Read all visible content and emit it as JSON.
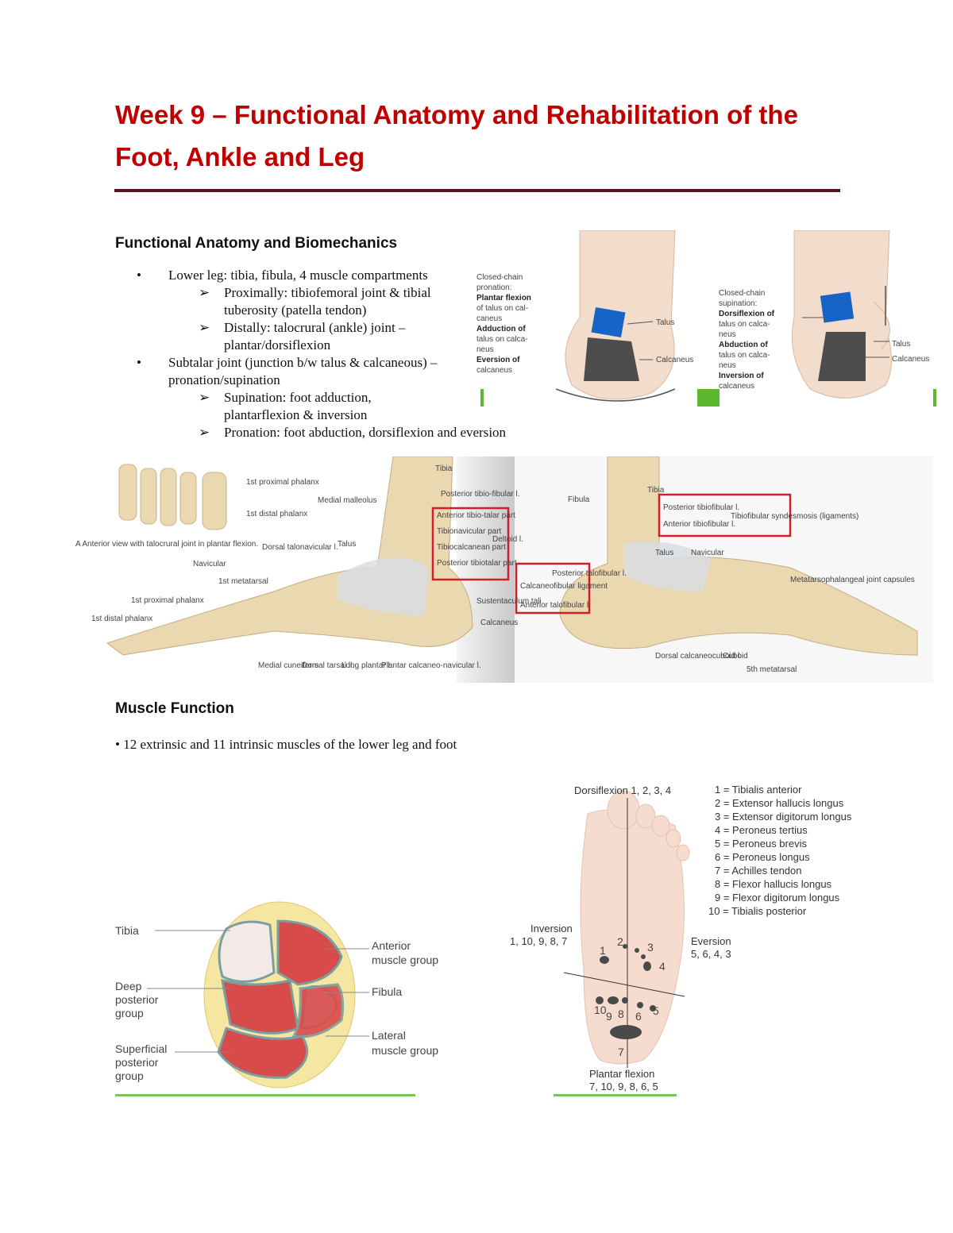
{
  "title_line1": "Week 9 – Functional Anatomy and Rehabilitation of the",
  "title_line2": "Foot, Ankle and Leg",
  "section1": {
    "heading": "Functional Anatomy and Biomechanics",
    "bullets": [
      {
        "text": "Lower leg: tibia, fibula, 4 muscle compartments",
        "subs": [
          "Proximally: tibiofemoral joint & tibial",
          "tuberosity (patella tendon)",
          "Distally: talocrural (ankle) joint –",
          "plantar/dorsiflexion"
        ]
      },
      {
        "text": "Subtalar joint (junction b/w talus & calcaneous) –",
        "cont": "pronation/supination",
        "subs": [
          "Supination: foot adduction,",
          "plantarflexion & inversion",
          "Pronation: foot abduction, dorsiflexion and eversion"
        ]
      }
    ]
  },
  "pronation_fig": {
    "left": {
      "l1": "Closed-chain",
      "l2": "pronation:",
      "l3": "Plantar flexion",
      "l4": "of talus on cal-",
      "l5": "caneus",
      "l6": "Adduction of",
      "l7": "talus on calca-",
      "l8": "neus",
      "l9": "Eversion of",
      "l10": "calcaneus",
      "talus": "Talus",
      "calc": "Calcaneus"
    },
    "right": {
      "l1": "Closed-chain",
      "l2": "supination:",
      "l3": "Dorsiflexion of",
      "l4": "talus on calca-",
      "l5": "neus",
      "l6": "Abduction of",
      "l7": "talus on calca-",
      "l8": "neus",
      "l9": "Inversion of",
      "l10": "calcaneus",
      "talus": "Talus",
      "calc": "Calcaneus"
    }
  },
  "ankle_fig": {
    "caption": "A Anterior view with talocrural joint in plantar flexion.",
    "labels_left": [
      "1st proximal phalanx",
      "1st distal phalanx",
      "Tibia",
      "Posterior tibio-fibular l.",
      "Medial malleolus",
      "Anterior tibio-talar part",
      "Tibionavicular part",
      "Tibiocalcanean part",
      "Posterior tibiotalar part",
      "Deltoid l.",
      "Dorsal talonavicular l.",
      "Talus",
      "Navicular",
      "1st metatarsal",
      "1st proximal phalanx",
      "1st distal phalanx",
      "Sustentaculum tali",
      "Calcaneus",
      "Medial cuneiform",
      "Dorsal tarsal ll.",
      "Long plantar l.",
      "Plantar calcaneo-navicular l."
    ],
    "labels_right": [
      "Tibia",
      "Fibula",
      "Posterior tibiofibular l.",
      "Anterior tibiofibular l.",
      "Tibiofibular syndesmosis (ligaments)",
      "Posterior talofibular l.",
      "Calcaneofibular ligament",
      "Anterior talofibular l.",
      "Talus",
      "Navicular",
      "Cuboid",
      "Dorsal calcaneocuboid l.",
      "5th metatarsal",
      "Metatarsophalangeal joint capsules"
    ]
  },
  "section2": {
    "heading": "Muscle Function",
    "bullet": "• 12 extrinsic and 11 intrinsic muscles of the lower leg and foot"
  },
  "cross_section": {
    "tibia": "Tibia",
    "deep1": "Deep",
    "deep2": "posterior",
    "deep3": "group",
    "sup1": "Superficial",
    "sup2": "posterior",
    "sup3": "group",
    "ant1": "Anterior",
    "ant2": "muscle group",
    "fibula": "Fibula",
    "lat1": "Lateral",
    "lat2": "muscle group"
  },
  "foot_diagram": {
    "dorsiflexion": "Dorsiflexion 1, 2, 3, 4",
    "inversion1": "Inversion",
    "inversion2": "1, 10, 9, 8, 7",
    "eversion1": "Eversion",
    "eversion2": "5, 6, 4, 3",
    "plantar1": "Plantar flexion",
    "plantar2": "7, 10, 9, 8, 6, 5",
    "key": [
      "1 = Tibialis anterior",
      "2 = Extensor hallucis longus",
      "3 = Extensor digitorum longus",
      "4 = Peroneus tertius",
      "5 = Peroneus brevis",
      "6 = Peroneus longus",
      "7 = Achilles tendon",
      "8 = Flexor hallucis longus",
      "9 = Flexor digitorum longus",
      "10 = Tibialis posterior"
    ],
    "nums": [
      "1",
      "2",
      "3",
      "4",
      "5",
      "6",
      "7",
      "8",
      "9",
      "10"
    ]
  }
}
